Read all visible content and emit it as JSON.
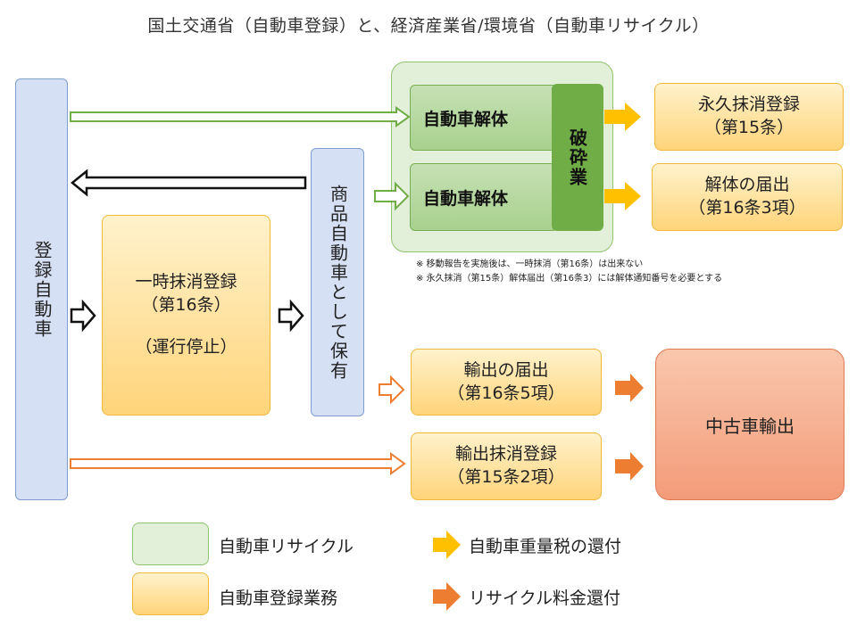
{
  "title": "国土交通省（自動車登録）と、経済産業省/環境省（自動車リサイクル）",
  "registered_vehicle": "登録自動車",
  "temp_dereg": {
    "line1": "一時抹消登録",
    "line2": "（第16条）",
    "line3": "（運行停止）"
  },
  "commodity": "商品自動車として保有",
  "dismantle_1": "自動車解体",
  "dismantle_2": "自動車解体",
  "shredding": "破砕業",
  "perm_dereg": {
    "line1": "永久抹消登録",
    "line2": "（第15条）"
  },
  "dismantle_notice": {
    "line1": "解体の届出",
    "line2": "（第16条3項）"
  },
  "export_notice": {
    "line1": "輸出の届出",
    "line2": "（第16条5項）"
  },
  "export_dereg": {
    "line1": "輸出抹消登録",
    "line2": "（第15条2項）"
  },
  "used_car_export": "中古車輸出",
  "notes": [
    "※ 移動報告を実施後は、一時抹消（第16条）は出来ない",
    "※ 永久抹消（第15条）解体届出（第16条3）には解体通知番号を必要とする"
  ],
  "legend": {
    "recycle": "自動車リサイクル",
    "registration": "自動車登録業務",
    "tax_refund": "自動車重量税の還付",
    "recycle_refund": "リサイクル料金還付"
  },
  "colors": {
    "green_arrow": "#70ad47",
    "orange_arrow": "#ed7d31",
    "yellow_arrow": "#ffc000",
    "black_arrow": "#111111"
  }
}
